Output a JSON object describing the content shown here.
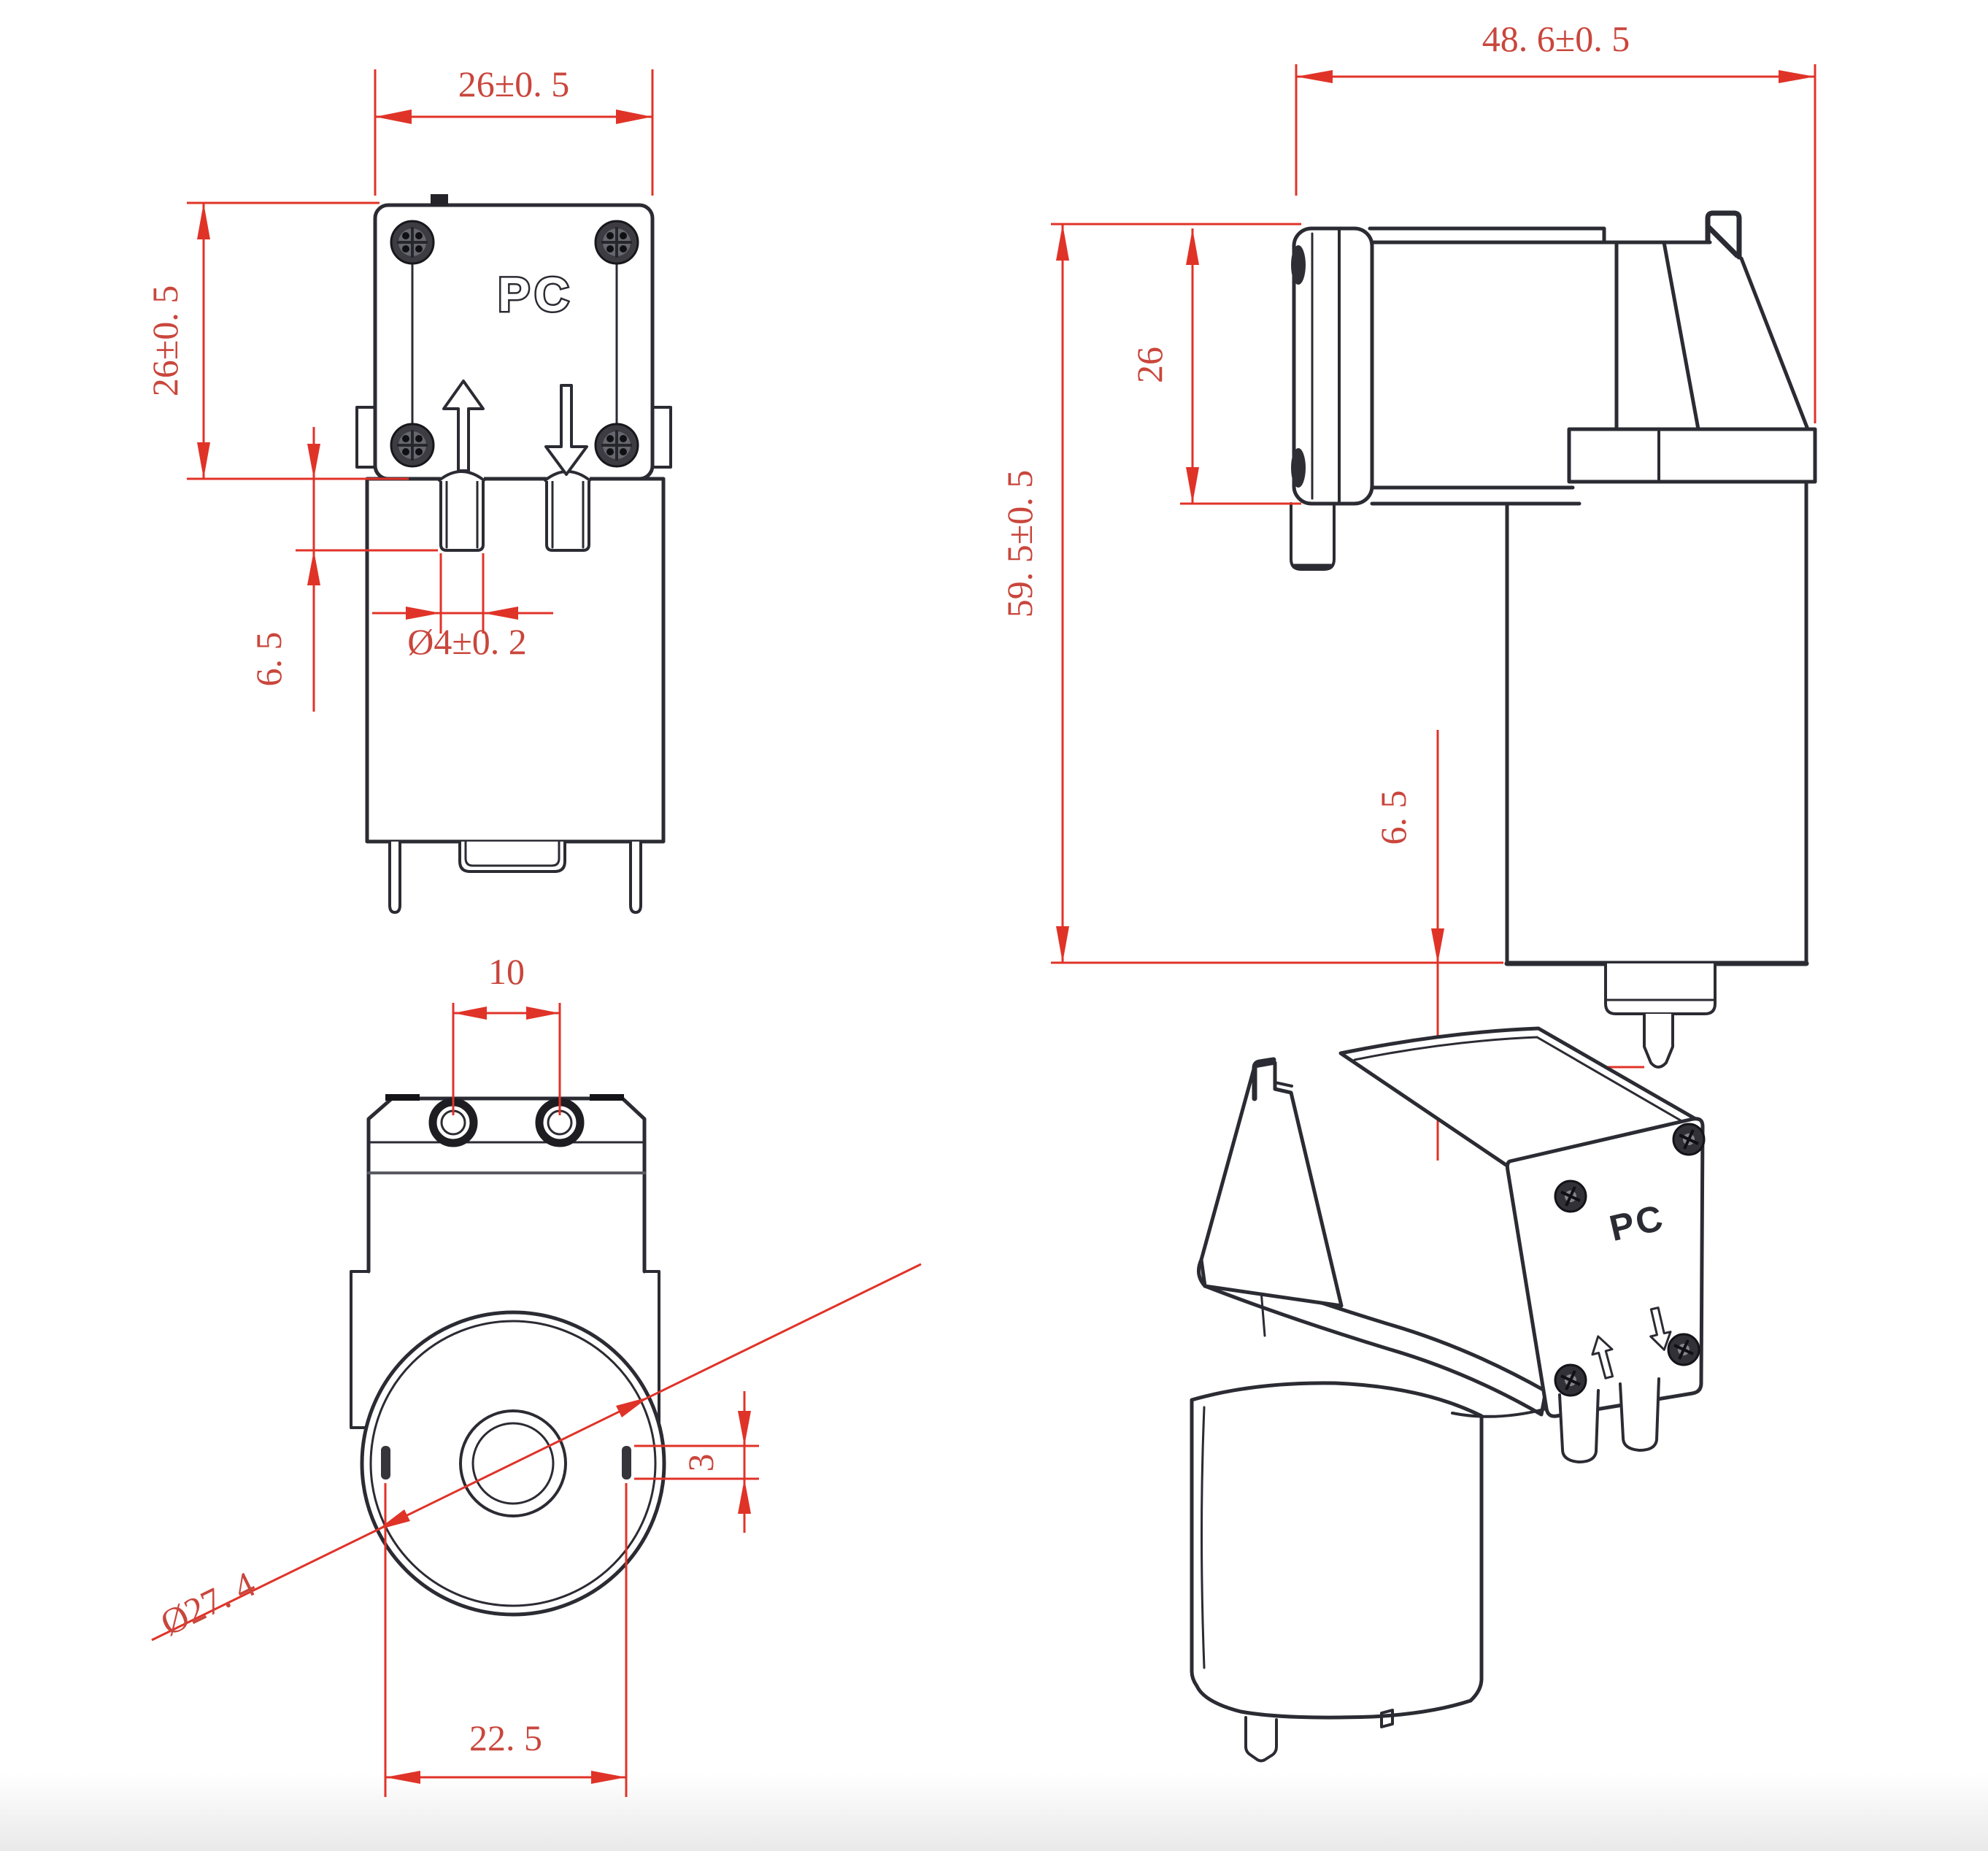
{
  "drawing": {
    "type": "mechanical-engineering-drawing",
    "subject": "micro diaphragm pump with DC motor, four orthographic/isometric views",
    "marking": "PC",
    "front_view": {
      "marking": "PC",
      "width_dim": "26±0. 5",
      "height_dim": "26±0. 5",
      "port_length_dim": "6. 5",
      "port_diameter_dim": "Ø4±0. 2"
    },
    "side_view": {
      "overall_width_dim": "48. 6±0. 5",
      "overall_height_dim": "59. 5±0. 5",
      "head_height_dim": "26",
      "terminal_protrusion_dim": "6. 5"
    },
    "bottom_view": {
      "port_spacing_dim": "10",
      "motor_diameter_dim": "Ø27. 4",
      "slot_width_dim": "3",
      "mount_spacing_dim": "22. 5"
    },
    "isometric_view": {
      "marking": "PC"
    },
    "colors": {
      "dimension_red": "#e03328",
      "dimension_text_red": "#c9463c",
      "line_dark": "#2b2b33",
      "background": "#ffffff",
      "footer_band": "#ebebec"
    }
  }
}
